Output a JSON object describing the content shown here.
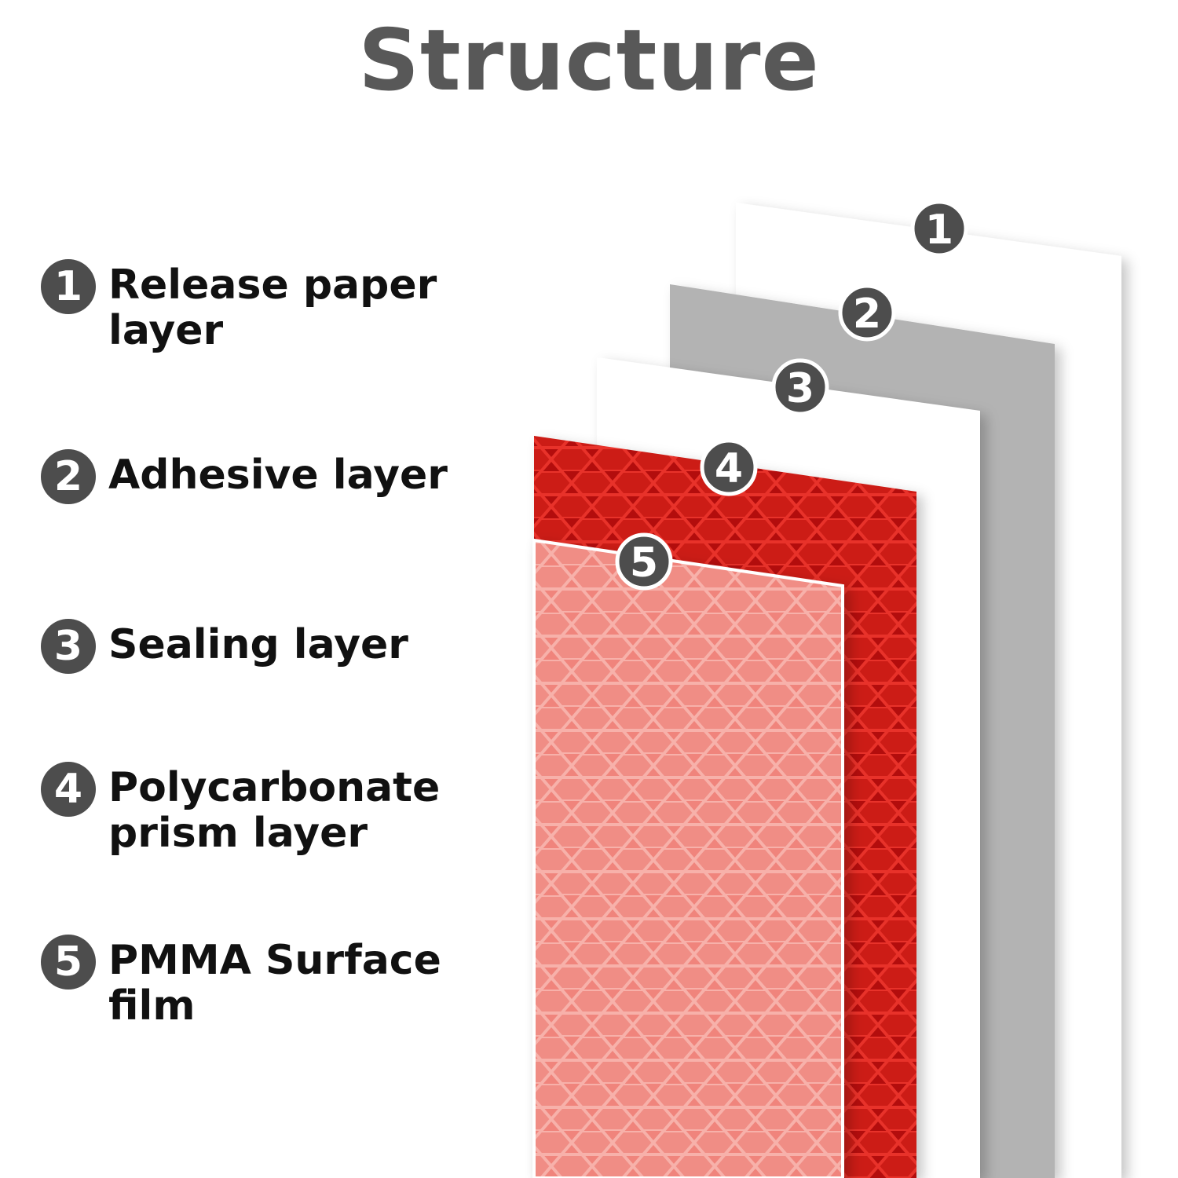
{
  "title": "Structure",
  "legend": [
    {
      "number": "1",
      "label": "Release paper layer"
    },
    {
      "number": "2",
      "label": "Adhesive layer"
    },
    {
      "number": "3",
      "label": "Sealing layer"
    },
    {
      "number": "4",
      "label": "Polycarbonate prism layer"
    },
    {
      "number": "5",
      "label": "PMMA Surface film"
    }
  ],
  "layer_markers": [
    "1",
    "2",
    "3",
    "4",
    "5"
  ],
  "colors": {
    "title": "#585858",
    "badge": "#4d4d4d",
    "release_paper": "#ffffff",
    "adhesive": "#b3b3b3",
    "sealing": "#ffffff",
    "prism": "#b3100c",
    "prism_hex": "#e8302a",
    "surface_film": "#f08d85"
  }
}
